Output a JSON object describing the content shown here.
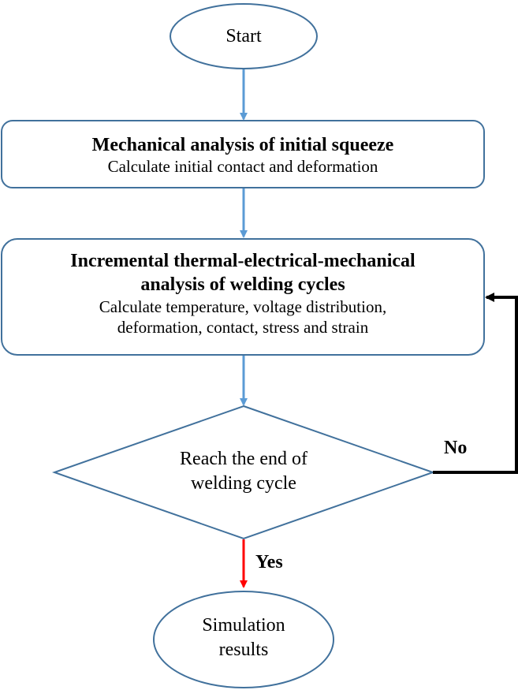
{
  "colors": {
    "shape_stroke": "#41719c",
    "flow_arrow": "#5b9bd5",
    "yes_arrow": "#ff0000",
    "no_arrow": "#000000"
  },
  "start": {
    "label": "Start"
  },
  "squeeze_step": {
    "title": "Mechanical analysis of initial squeeze",
    "detail": "Calculate initial contact and deformation"
  },
  "welding_step": {
    "title_line1": "Incremental thermal-electrical-mechanical",
    "title_line2": "analysis of welding cycles",
    "detail_line1": "Calculate temperature, voltage distribution,",
    "detail_line2": "deformation, contact, stress and strain"
  },
  "decision": {
    "line1": "Reach the end of",
    "line2": "welding cycle"
  },
  "edges": {
    "no_label": "No",
    "yes_label": "Yes"
  },
  "end": {
    "line1": "Simulation",
    "line2": "results"
  }
}
